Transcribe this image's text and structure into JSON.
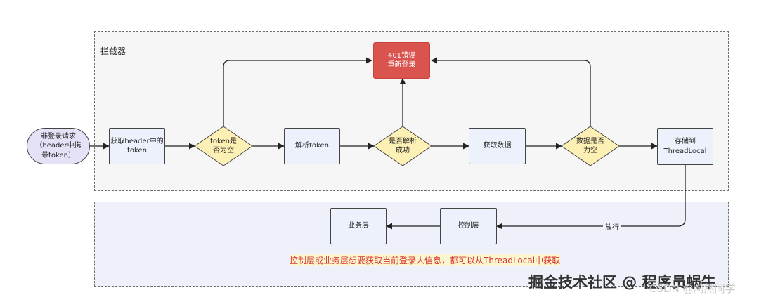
{
  "regions": {
    "interceptor_label": "拦截器"
  },
  "nodes": {
    "start": "非登录请求\n（header中携\n带token）",
    "get_header": "获取header中的\ntoken",
    "token_empty": "token是\n否为空",
    "parse_token": "解析token",
    "parse_ok": "是否解析\n成功",
    "get_data": "获取数据",
    "data_empty": "数据是否\n为空",
    "store": "存储到\nThreadLocal",
    "error_401": "401错误\n重新登录",
    "controller": "控制层",
    "service": "业务层"
  },
  "edges": {
    "pass_label": "放行"
  },
  "note": "控制层或业务层想要获取当前登录人信息，都可以从ThreadLocal中获取",
  "watermark": {
    "main": "掘金技术社区 @ 程序员蜗牛",
    "sub": "CSDN @陶然同学"
  },
  "colors": {
    "box_fill": "#edf1fb",
    "start_fill": "#e5e1f7",
    "diamond_fill": "#fdf0b5",
    "error_fill": "#d9534f",
    "note_text": "#d9342b"
  }
}
